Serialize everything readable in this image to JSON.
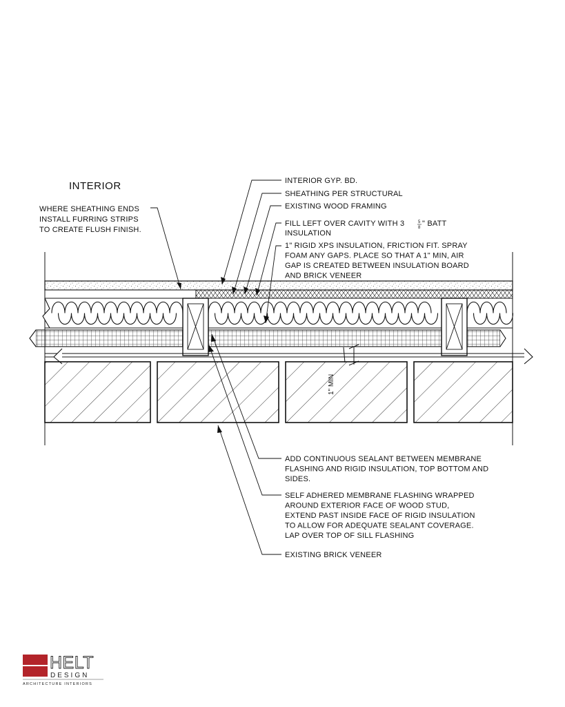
{
  "labels": {
    "interior": "INTERIOR",
    "furring_note": [
      "WHERE SHEATHING ENDS",
      "INSTALL FURRING STRIPS",
      "TO CREATE FLUSH FINISH."
    ],
    "gyp": "INTERIOR GYP. BD.",
    "sheathing": "SHEATHING PER STRUCTURAL",
    "framing": "EXISTING WOOD FRAMING",
    "batt": {
      "line1_a": "FILL LEFT OVER CAVITY WITH 3",
      "fraction_num": "5",
      "fraction_den": "8",
      "line1_b": "\" BATT",
      "line2": "INSULATION"
    },
    "xps": [
      "1\" RIGID XPS INSULATION, FRICTION FIT.  SPRAY",
      "FOAM ANY GAPS. PLACE SO THAT A 1\" MIN, AIR",
      "GAP IS CREATED BETWEEN INSULATION BOARD",
      "AND BRICK VENEER"
    ],
    "dimension": "1\" MIN",
    "sealant": [
      "ADD CONTINUOUS SEALANT BETWEEN MEMBRANE",
      "FLASHING AND RIGID INSULATION, TOP BOTTOM AND",
      "SIDES."
    ],
    "membrane": [
      "SELF ADHERED MEMBRANE FLASHING WRAPPED",
      "AROUND EXTERIOR FACE OF WOOD STUD,",
      "EXTEND PAST INSIDE FACE OF RIGID INSULATION",
      "TO ALLOW FOR ADEQUATE SEALANT COVERAGE.",
      "LAP OVER TOP OF SILL FLASHING"
    ],
    "brick": "EXISTING BRICK VENEER"
  },
  "logo": {
    "word": "HELT",
    "sub": "DESIGN",
    "tagline": "ARCHITECTURE INTERIORS",
    "color": "#b3242a"
  }
}
